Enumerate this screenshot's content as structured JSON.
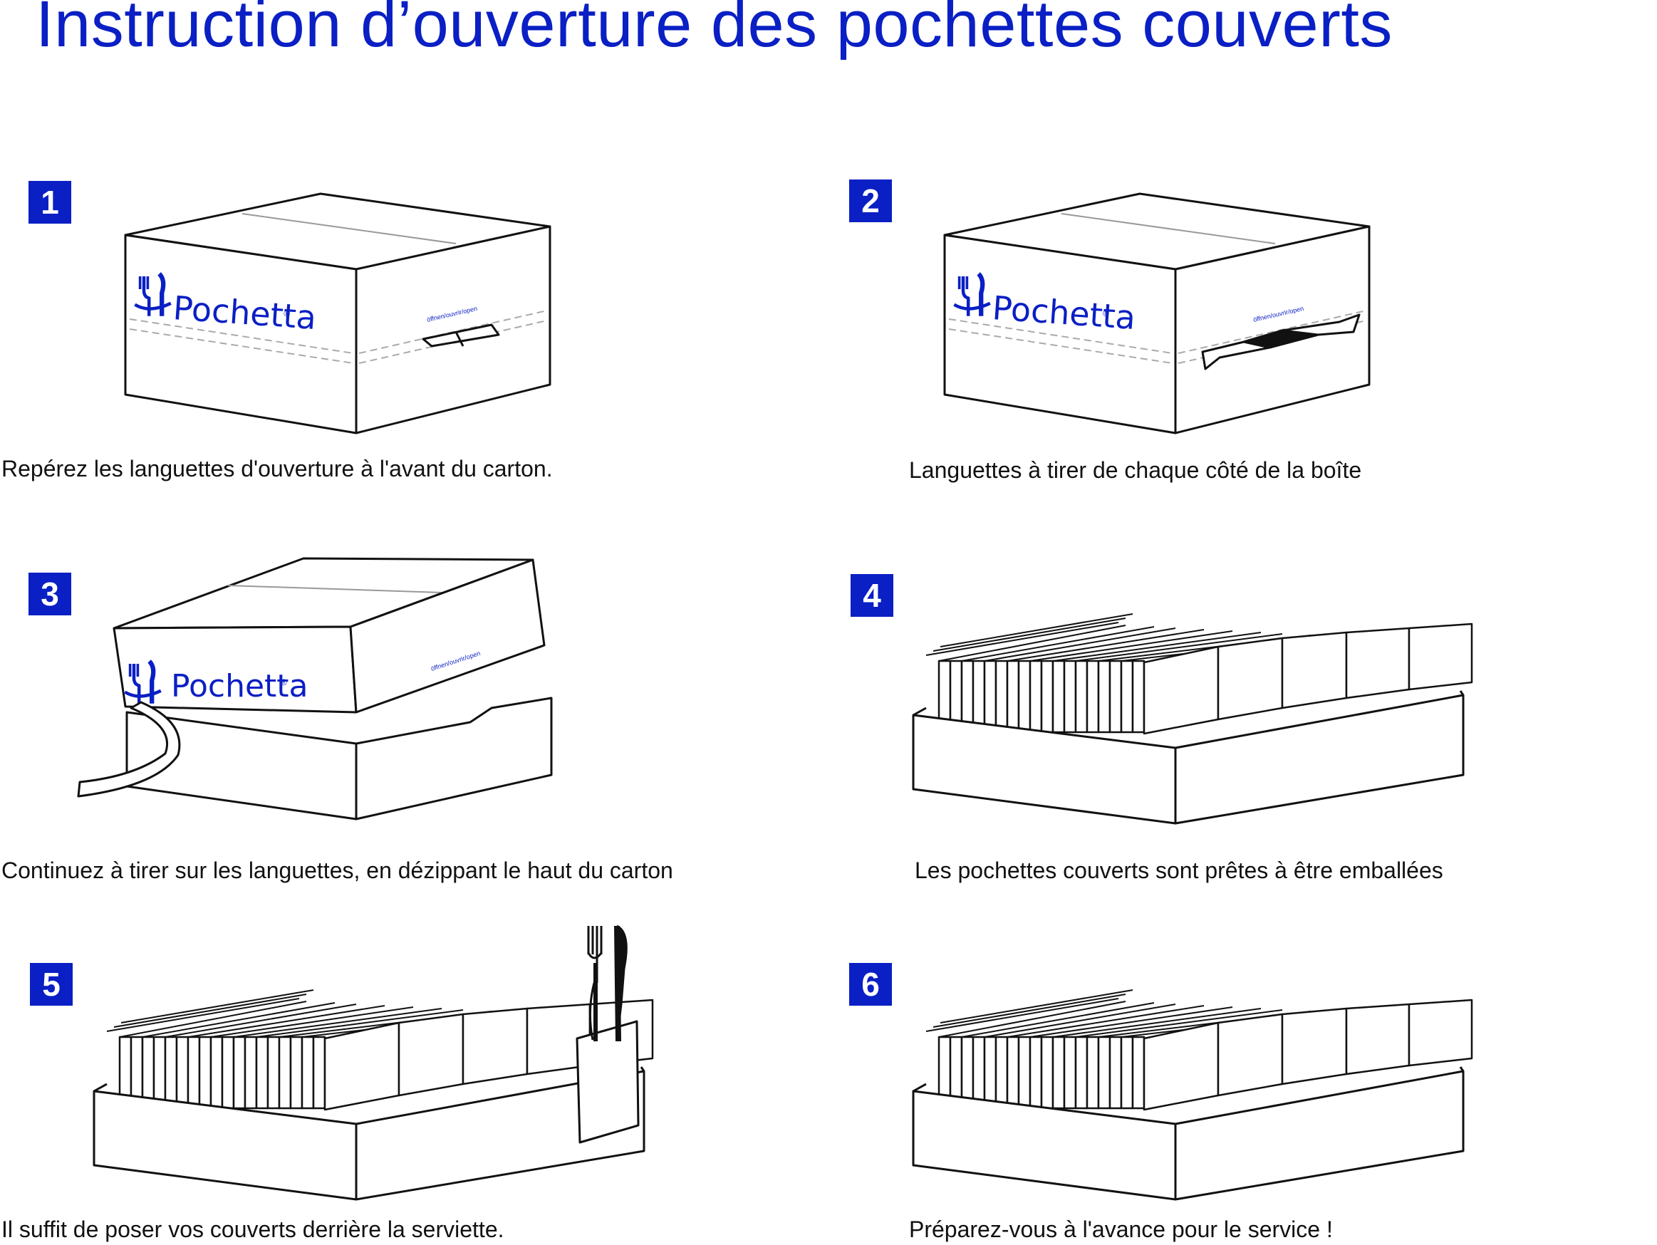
{
  "title": "Instruction d’ouverture des pochettes couverts",
  "brand": {
    "name": "Pochetta",
    "reg": "®",
    "tab_label": "öffnen/ouvrir/open"
  },
  "colors": {
    "accent": "#0a1fc4",
    "line": "#111111"
  },
  "steps": [
    {
      "number": "1",
      "caption": "Repérez les languettes d'ouverture à l'avant du carton."
    },
    {
      "number": "2",
      "caption": "Languettes à tirer de chaque côté de la boîte"
    },
    {
      "number": "3",
      "caption": "Continuez à tirer sur les languettes, en dézippant le haut du carton"
    },
    {
      "number": "4",
      "caption": "Les pochettes couverts sont prêtes à être emballées"
    },
    {
      "number": "5",
      "caption": "Il suffit de poser vos couverts derrière la serviette."
    },
    {
      "number": "6",
      "caption": "Préparez-vous à l'avance pour le service !"
    }
  ]
}
